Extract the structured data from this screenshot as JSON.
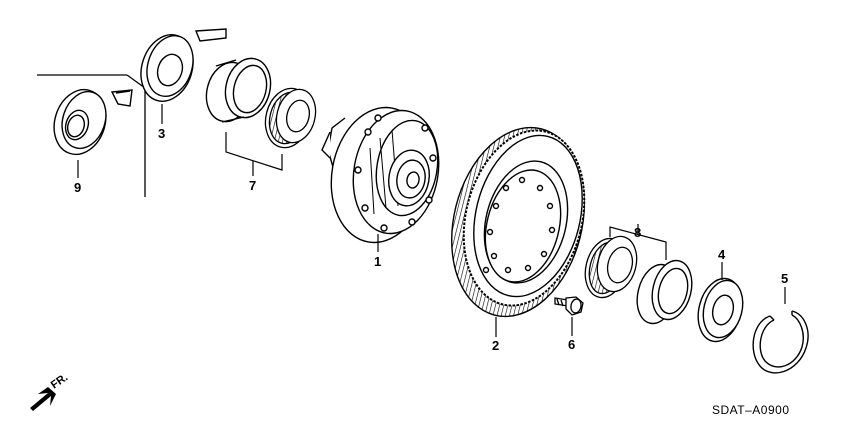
{
  "diagram": {
    "part_labels": {
      "differential_carrier": "1",
      "final_driven_gear": "2",
      "thrust_shim_3": "3",
      "thrust_shim_4": "4",
      "snap_ring": "5",
      "gear_bolt": "6",
      "bearing_set_left": "7",
      "bearing_set_right": "8",
      "oil_seal_washer": "9"
    },
    "front_label": "FR.",
    "diagram_code": "SDAT–A0900"
  }
}
